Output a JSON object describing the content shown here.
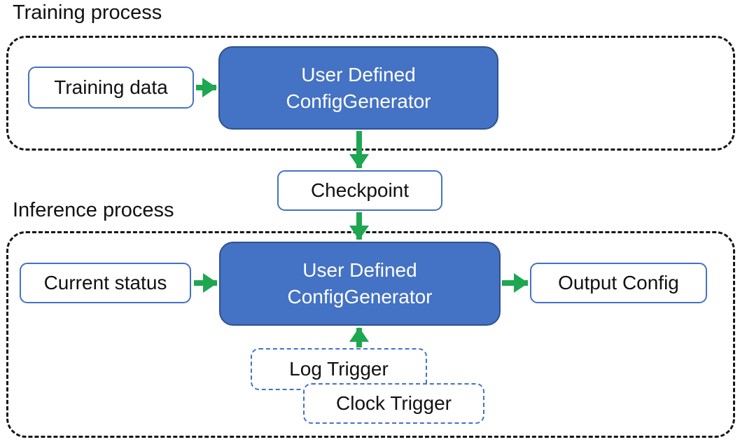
{
  "colors": {
    "box_fill_blue": "#4472C4",
    "box_border_dark_blue": "#2F528F",
    "light_box_border_blue": "#4472C4",
    "trigger_border_blue": "#4472C4",
    "arrow_green": "#1EA750",
    "container_dash_black": "#161616",
    "text_black": "#111111",
    "solid_box_text_white": "#ffffff"
  },
  "training": {
    "section_label": "Training process",
    "input_box": "Training data",
    "generator_box": "User Defined\nConfigGenerator"
  },
  "checkpoint_box": "Checkpoint",
  "inference": {
    "section_label": "Inference process",
    "input_box": "Current status",
    "generator_box": "User Defined\nConfigGenerator",
    "output_box": "Output Config",
    "log_trigger_box": "Log Trigger",
    "clock_trigger_box": "Clock Trigger"
  }
}
